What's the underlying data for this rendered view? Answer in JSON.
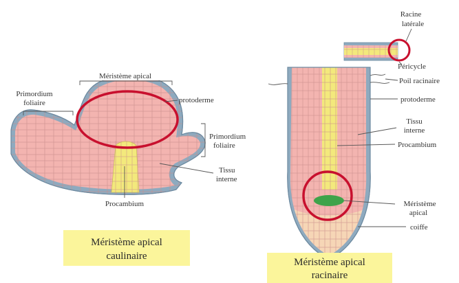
{
  "colors": {
    "epidermis": "#8eaabf",
    "tissue": "#f3b4b0",
    "cell_line": "#c98e8c",
    "procambium": "#f3e97c",
    "meristem_core": "#3ea34a",
    "cap_tissue": "#f6d6b6",
    "highlight": "#c8102e",
    "caption_bg": "#fbf59b"
  },
  "left_diagram": {
    "labels": {
      "meristeme_apical": "Méristème apical",
      "primordium_left_1": "Primordium",
      "primordium_left_2": "foliaire",
      "protoderme": "protoderme",
      "primordium_right_1": "Primordium",
      "primordium_right_2": "foliaire",
      "tissu_1": "Tissu",
      "tissu_2": "interne",
      "procambium": "Procambium"
    },
    "caption_1": "Méristème apical",
    "caption_2": "caulinaire"
  },
  "right_diagram": {
    "labels": {
      "racine_1": "Racine",
      "racine_2": "latérale",
      "pericycle": "Péricycle",
      "poil": "Poil racinaire",
      "protoderme": "protoderme",
      "tissu_1": "Tissu",
      "tissu_2": "interne",
      "procambium": "Procambium",
      "meristeme_1": "Méristème",
      "meristeme_2": "apical",
      "coiffe": "coiffe"
    },
    "caption_1": "Méristème apical",
    "caption_2": "racinaire"
  }
}
